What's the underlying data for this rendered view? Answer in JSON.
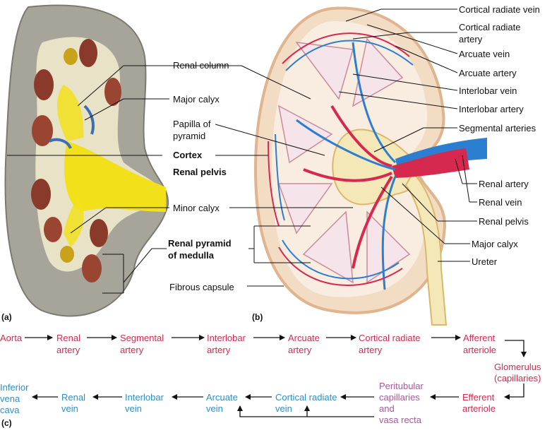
{
  "panel_a": {
    "tag": "(a)",
    "labels": {
      "renal_column": "Renal column",
      "major_calyx": "Major calyx",
      "papilla_line1": "Papilla of",
      "papilla_line2": "pyramid",
      "cortex": "Cortex",
      "renal_pelvis": "Renal pelvis",
      "minor_calyx": "Minor calyx",
      "pyramid_line1": "Renal pyramid",
      "pyramid_line2": "of medulla",
      "fibrous_capsule": "Fibrous capsule"
    }
  },
  "panel_b": {
    "tag": "(b)",
    "labels": {
      "cortical_radiate_vein": "Cortical radiate vein",
      "cortical_radiate_artery_line1": "Cortical radiate",
      "cortical_radiate_artery_line2": "artery",
      "arcuate_vein": "Arcuate vein",
      "arcuate_artery": "Arcuate artery",
      "interlobar_vein": "Interlobar vein",
      "interlobar_artery": "Interlobar artery",
      "segmental_arteries": "Segmental arteries",
      "renal_artery": "Renal artery",
      "renal_vein": "Renal vein",
      "renal_pelvis": "Renal pelvis",
      "major_calyx": "Major calyx",
      "ureter": "Ureter"
    }
  },
  "panel_c": {
    "tag": "(c)",
    "arterial": {
      "aorta": "Aorta",
      "renal_artery_1": "Renal",
      "renal_artery_2": "artery",
      "segmental_1": "Segmental",
      "segmental_2": "artery",
      "interlobar_1": "Interlobar",
      "interlobar_2": "artery",
      "arcuate_1": "Arcuate",
      "arcuate_2": "artery",
      "cortical_1": "Cortical radiate",
      "cortical_2": "artery",
      "afferent_1": "Afferent",
      "afferent_2": "arteriole",
      "glomerulus_1": "Glomerulus",
      "glomerulus_2": "(capillaries)",
      "efferent_1": "Efferent",
      "efferent_2": "arteriole"
    },
    "peritubular": {
      "line1": "Peritubular",
      "line2": "capillaries",
      "line3": "and",
      "line4": "vasa recta"
    },
    "venous": {
      "cortical_1": "Cortical radiate",
      "cortical_2": "vein",
      "arcuate_1": "Arcuate",
      "arcuate_2": "vein",
      "interlobar_1": "Interlobar",
      "interlobar_2": "vein",
      "renal_1": "Renal",
      "renal_2": "vein",
      "ivc_1": "Inferior",
      "ivc_2": "vena",
      "ivc_3": "cava"
    }
  },
  "colors": {
    "artery_red": "#d6294f",
    "vein_blue": "#2c8fc9",
    "capillary_purple": "#a8589a",
    "cortex_tan": "#f3dcc4",
    "medulla_pink": "#f5e4ea",
    "pelvis_yellow": "#f4e8b8",
    "specimen_gray": "#a7a59a",
    "specimen_yellow": "#f2e01b"
  }
}
